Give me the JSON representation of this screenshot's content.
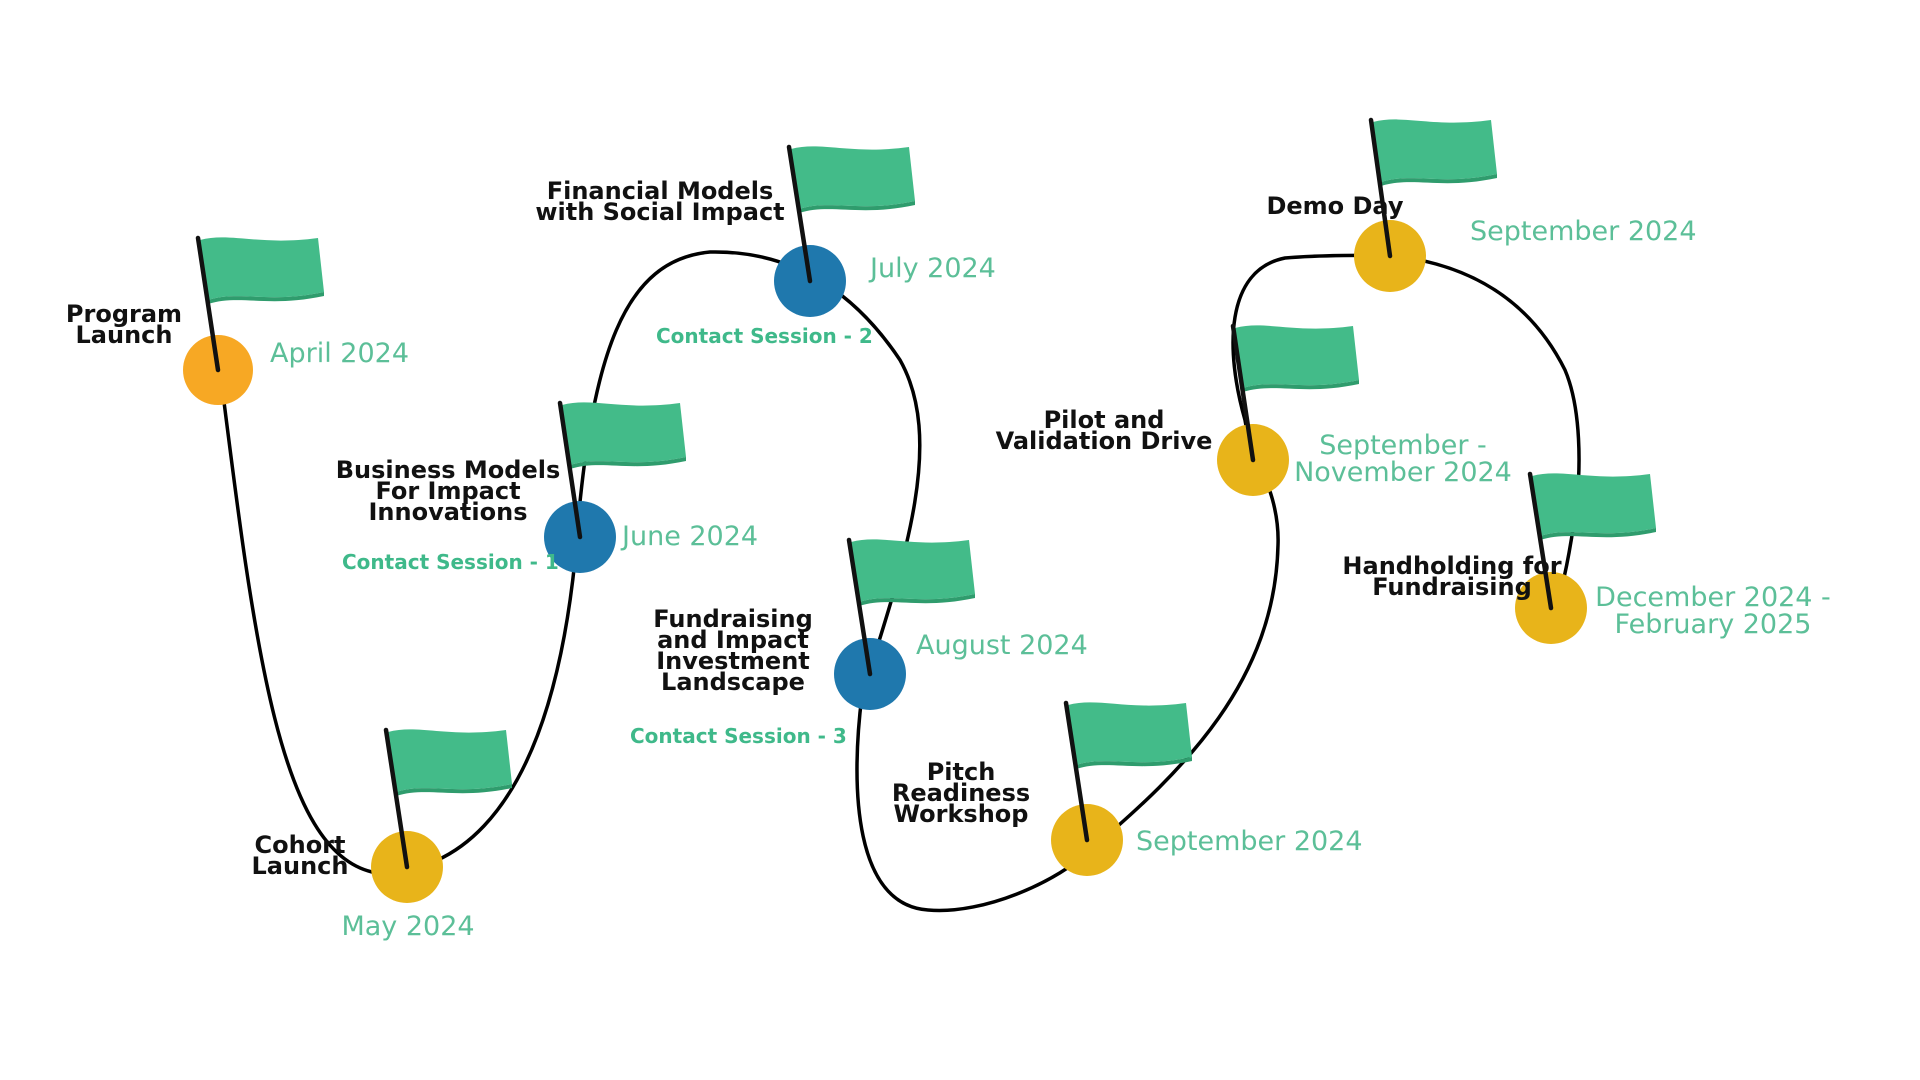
{
  "colors": {
    "orange_node": "#f7a824",
    "gold_node": "#e8b41a",
    "blue_node": "#1f78ad",
    "flag_green": "#43bb89",
    "flag_shadow": "#2f9c6d",
    "pole": "#111111",
    "path": "#000000",
    "date_text": "#5cbf98",
    "session_text": "#3fb98a",
    "title_text": "#111111"
  },
  "milestones": [
    {
      "id": "program-launch",
      "title": [
        "Program",
        "Launch"
      ],
      "date": [
        "April 2024"
      ],
      "session": "",
      "node_color": "orange"
    },
    {
      "id": "cohort-launch",
      "title": [
        "Cohort",
        "Launch"
      ],
      "date": [
        "May 2024"
      ],
      "session": "",
      "node_color": "gold"
    },
    {
      "id": "business-models",
      "title": [
        "Business Models",
        "For Impact",
        "Innovations"
      ],
      "date": [
        "June 2024"
      ],
      "session": "Contact Session - 1",
      "node_color": "blue"
    },
    {
      "id": "financial-models",
      "title": [
        "Financial Models",
        "with Social Impact"
      ],
      "date": [
        "July 2024"
      ],
      "session": "Contact Session - 2",
      "node_color": "blue"
    },
    {
      "id": "fundraising",
      "title": [
        "Fundraising",
        "and Impact",
        "Investment",
        "Landscape"
      ],
      "date": [
        "August 2024"
      ],
      "session": "Contact Session - 3",
      "node_color": "blue"
    },
    {
      "id": "pitch-readiness",
      "title": [
        "Pitch",
        "Readiness",
        "Workshop"
      ],
      "date": [
        "September 2024"
      ],
      "session": "",
      "node_color": "gold"
    },
    {
      "id": "pilot-validation",
      "title": [
        "Pilot and",
        "Validation Drive"
      ],
      "date": [
        "September -",
        "November 2024"
      ],
      "session": "",
      "node_color": "gold"
    },
    {
      "id": "demo-day",
      "title": [
        "Demo Day"
      ],
      "date": [
        "September 2024"
      ],
      "session": "",
      "node_color": "gold"
    },
    {
      "id": "handholding",
      "title": [
        "Handholding for",
        "Fundraising"
      ],
      "date": [
        "December 2024 -",
        "February 2025"
      ],
      "session": "",
      "node_color": "gold"
    }
  ]
}
